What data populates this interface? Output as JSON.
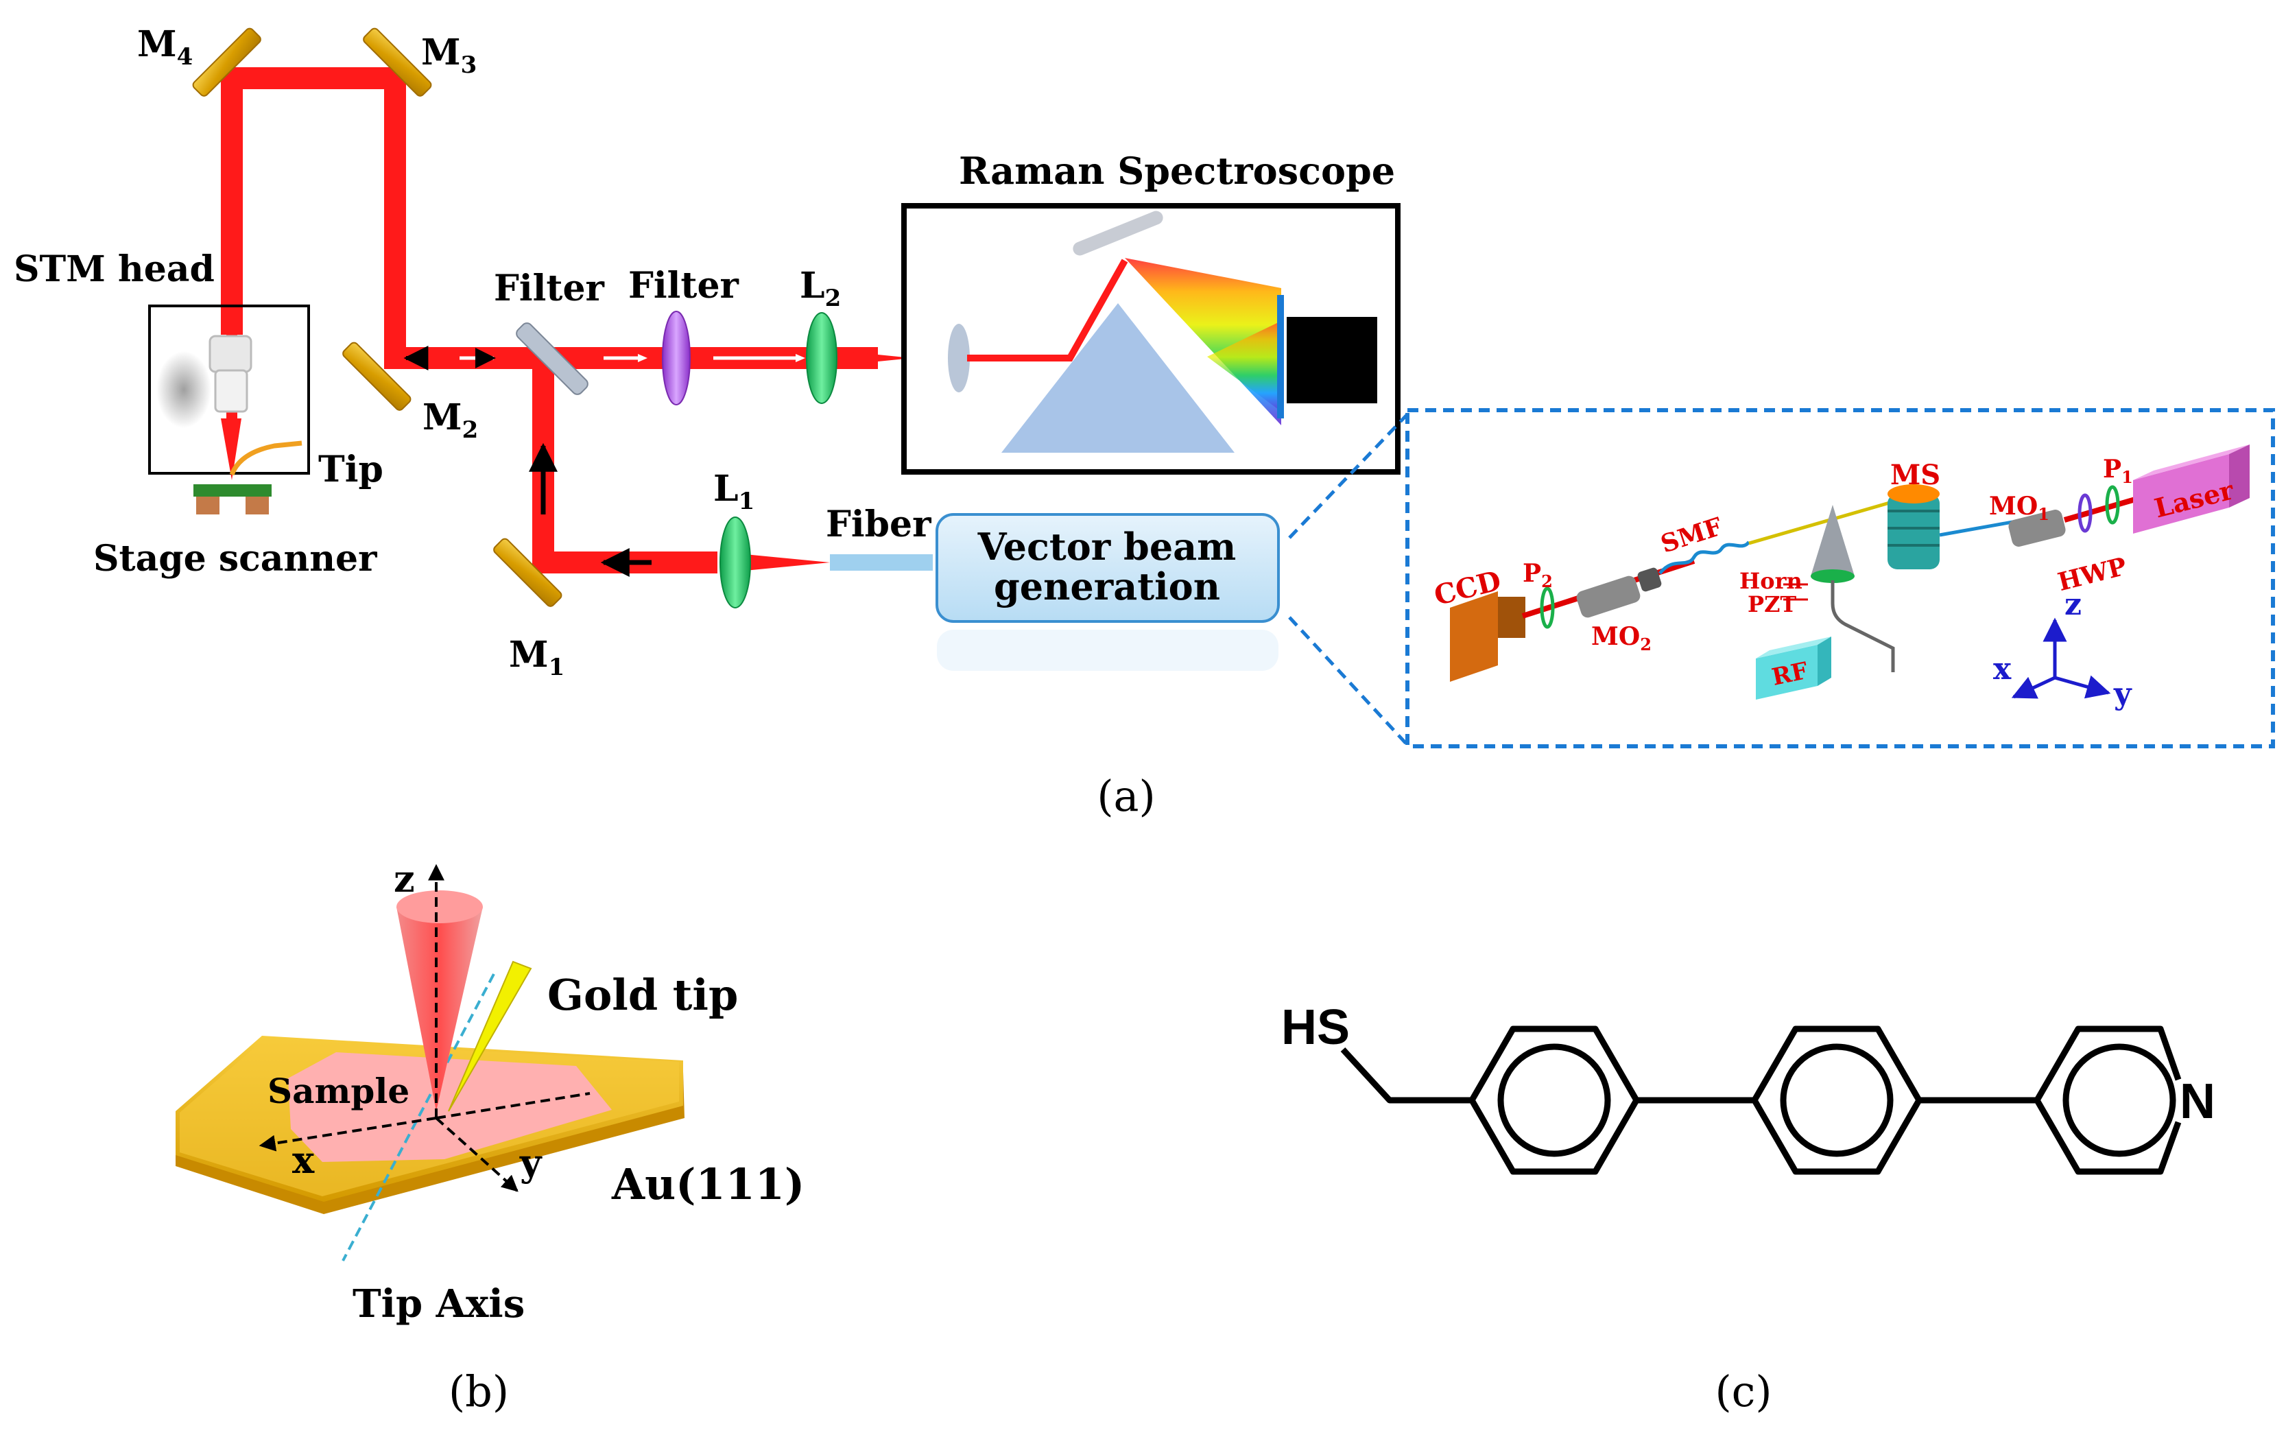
{
  "panel_a": {
    "caption": "(a)",
    "labels": {
      "m4_main": "M",
      "m4_sub": "4",
      "m3_main": "M",
      "m3_sub": "3",
      "m2_main": "M",
      "m2_sub": "2",
      "m1_main": "M",
      "m1_sub": "1",
      "stm_head": "STM head",
      "tip": "Tip",
      "stage_scanner": "Stage scanner",
      "filter1": "Filter",
      "filter2": "Filter",
      "l2_main": "L",
      "l2_sub": "2",
      "l1_main": "L",
      "l1_sub": "1",
      "fiber": "Fiber",
      "raman": "Raman Spectroscope",
      "vbg_line1": "Vector beam",
      "vbg_line2": "generation"
    },
    "inset": {
      "ccd": "CCD",
      "p2_main": "P",
      "p2_sub": "2",
      "mo2_main": "MO",
      "mo2_sub": "2",
      "smf": "SMF",
      "horn": "Horn",
      "pzt": "PZT",
      "ms": "MS",
      "mo1_main": "MO",
      "mo1_sub": "1",
      "p1_main": "P",
      "p1_sub": "1",
      "laser": "Laser",
      "hwp": "HWP",
      "rf": "RF",
      "axis_x": "x",
      "axis_y": "y",
      "axis_z": "z"
    }
  },
  "panel_b": {
    "caption": "(b)",
    "gold_tip": "Gold tip",
    "sample": "Sample",
    "au111": "Au(111)",
    "tip_axis": "Tip Axis",
    "axis_x": "x",
    "axis_y": "y",
    "axis_z": "z"
  },
  "panel_c": {
    "caption": "(c)",
    "hs": "HS",
    "n": "N"
  },
  "colors": {
    "beam": "#ff0000",
    "mirror": "#e0a800",
    "lens": "#2ecc71",
    "inset_border": "#1a7ad4",
    "inset_label": "#e00000",
    "axis_blue": "#1c1ccc"
  }
}
